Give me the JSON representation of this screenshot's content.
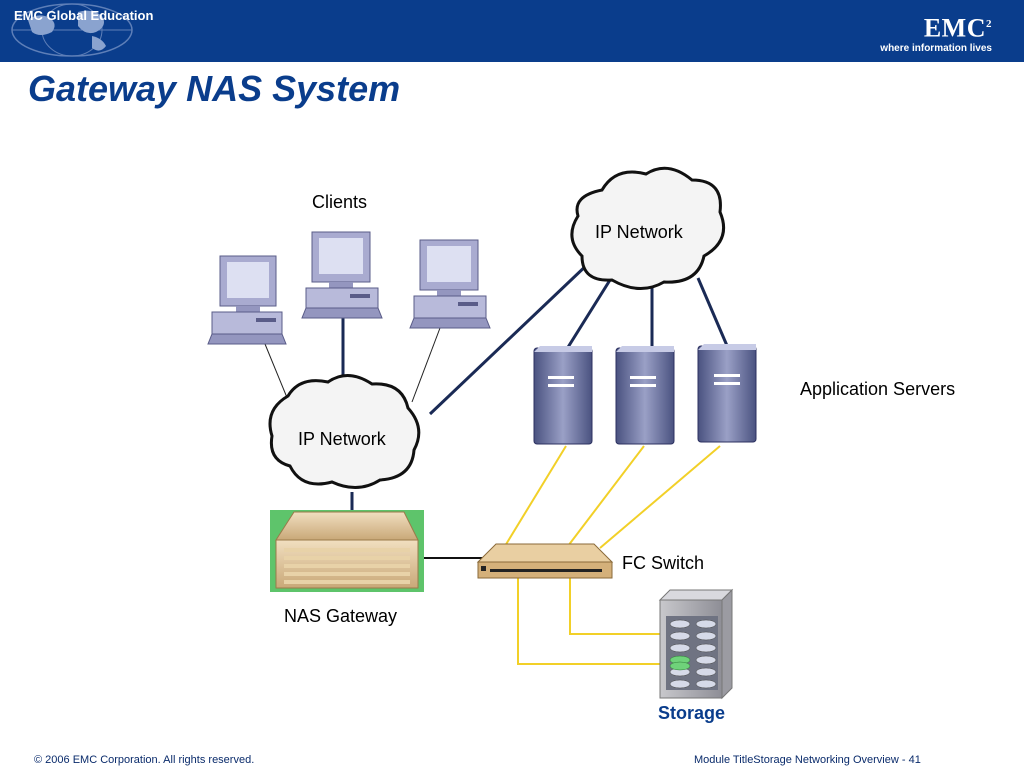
{
  "header": {
    "left_brand": "EMC Global Education",
    "logo_text": "EMC",
    "logo_superscript": "2",
    "tagline": "where information lives"
  },
  "slide": {
    "title": "Gateway NAS System"
  },
  "diagram": {
    "clients_label": "Clients",
    "ip_network_top_label": "IP Network",
    "ip_network_bottom_label": "IP Network",
    "app_servers_label": "Application Servers",
    "nas_gateway_label": "NAS Gateway",
    "fc_switch_label": "FC Switch",
    "storage_label": "Storage"
  },
  "colors": {
    "brand_blue": "#0a3d8c",
    "fc_link": "#f2d028",
    "ip_link": "#1a2a55",
    "gateway_bg": "#5ec46b"
  },
  "footer": {
    "copyright": "© 2006 EMC Corporation. All rights reserved.",
    "module": "Module TitleStorage Networking Overview",
    "page_separator": "-",
    "page_number": "41"
  }
}
